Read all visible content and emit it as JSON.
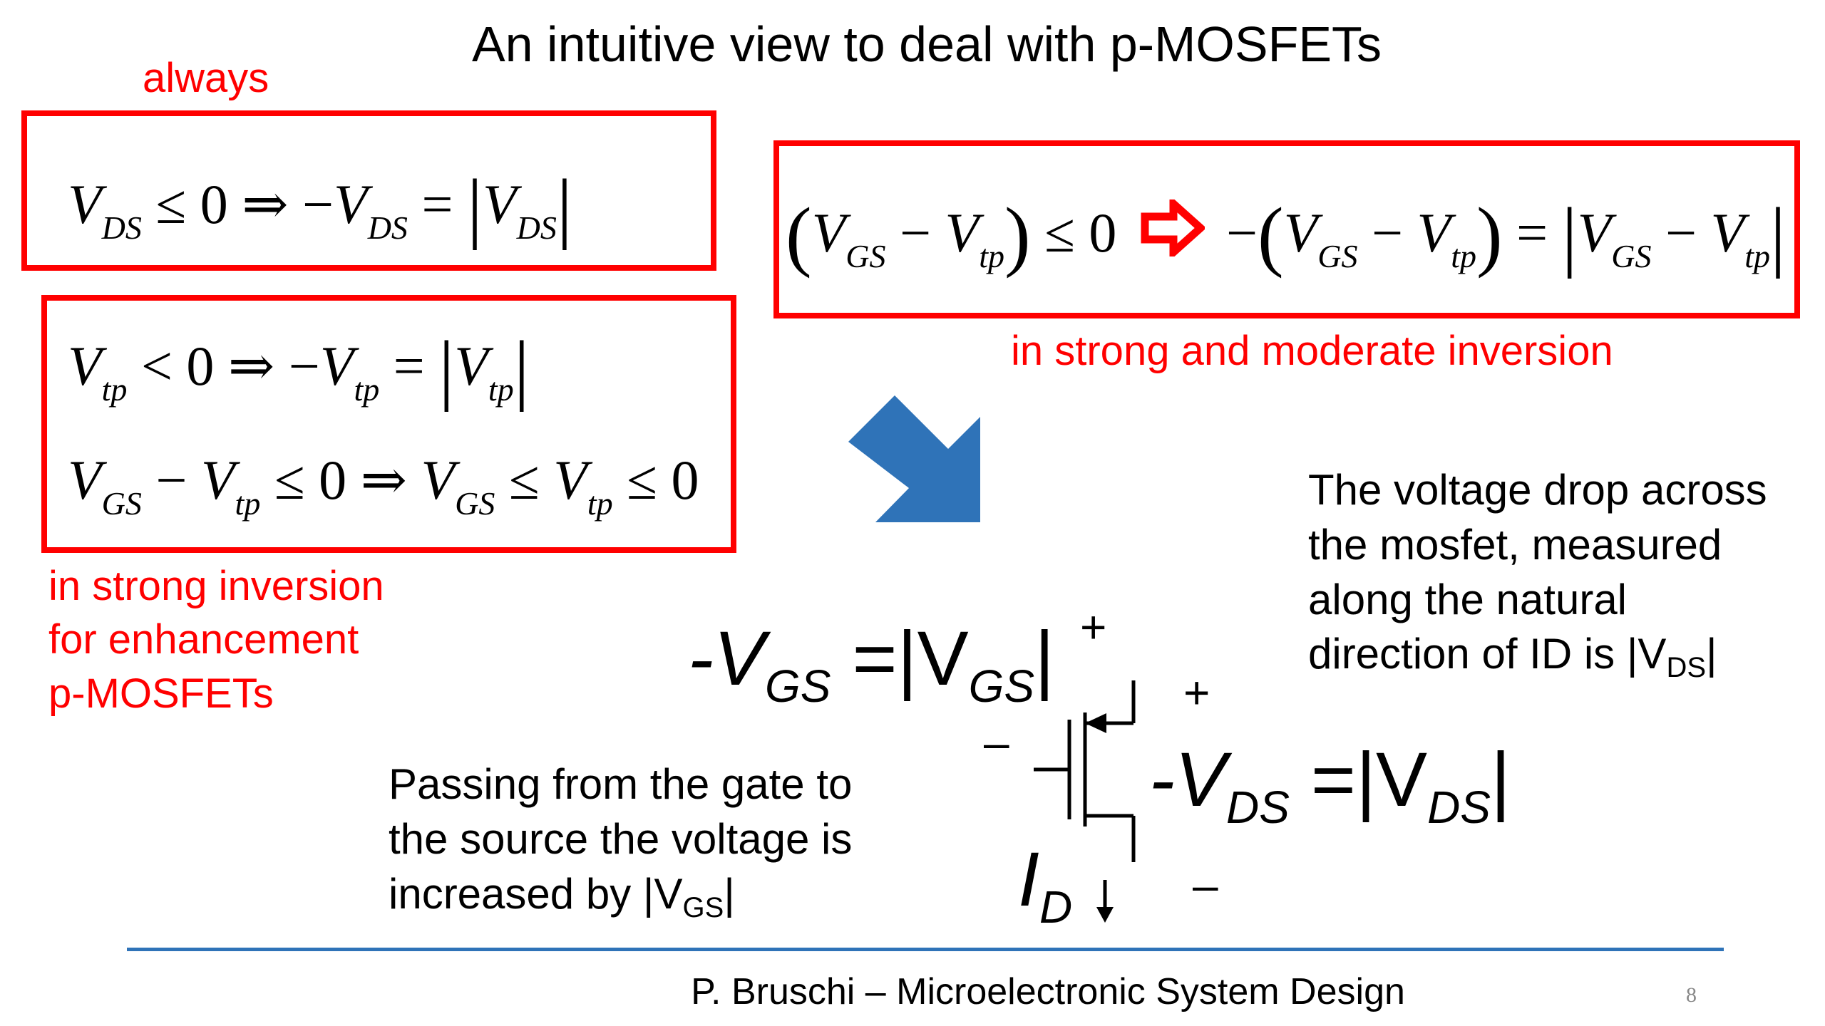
{
  "title": "An intuitive view to deal with p-MOSFETs",
  "labels": {
    "always": "always",
    "strong_moderate": "in strong and moderate inversion",
    "strong_enh": [
      "in strong inversion",
      "for enhancement",
      "p-MOSFETs"
    ]
  },
  "notes": {
    "gate_source": [
      "Passing from the gate to",
      "the source the voltage is",
      "increased by |V"
    ],
    "gate_source_sub": "GS",
    "gate_source_end": "|",
    "drop": [
      "The voltage drop across",
      "the mosfet, measured",
      "along the natural",
      "direction of ID is |V"
    ],
    "drop_sub": "DS",
    "drop_end": "|"
  },
  "circuit": {
    "vgs_main": "-V",
    "vgs_sub": "GS",
    "vgs_eq": " =|V",
    "vgs_sub2": "GS",
    "vgs_end": "|",
    "vds_main": "-V",
    "vds_sub": "DS",
    "vds_eq": " =|V",
    "vds_sub2": "DS",
    "vds_end": "|",
    "id_main": "I",
    "id_sub": "D",
    "plus": "+",
    "minus": "–"
  },
  "footer": "P. Bruschi – Microelectronic System Design",
  "page_number": "8",
  "colors": {
    "accent_red": "#ff0000",
    "arrow_blue": "#2f73b8",
    "rule_blue": "#2f73b8"
  }
}
